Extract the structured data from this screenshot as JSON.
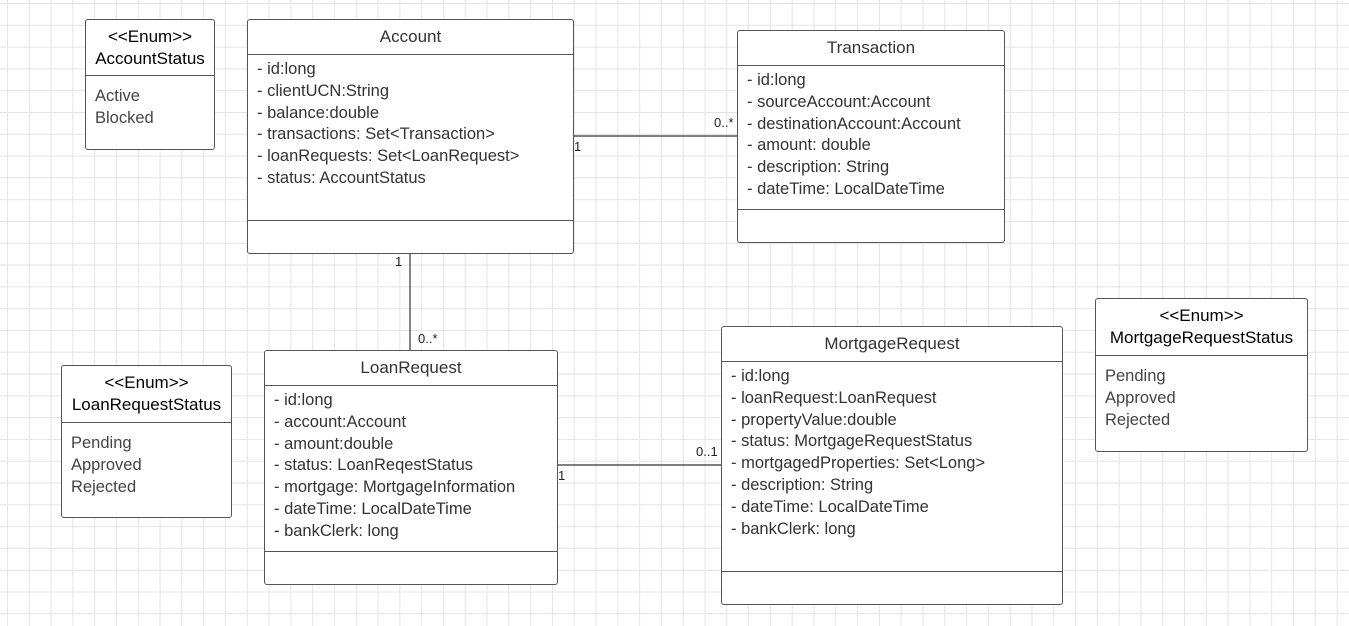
{
  "enums": [
    {
      "key": "account_status",
      "stereotype": "<<Enum>>",
      "name": "AccountStatus",
      "values": [
        "Active",
        "Blocked"
      ]
    },
    {
      "key": "loan_request_status",
      "stereotype": "<<Enum>>",
      "name": "LoanRequestStatus",
      "values": [
        "Pending",
        "Approved",
        "Rejected"
      ]
    },
    {
      "key": "mortgage_request_status",
      "stereotype": "<<Enum>>",
      "name": "MortgageRequestStatus",
      "values": [
        "Pending",
        "Approved",
        "Rejected"
      ]
    }
  ],
  "classes": [
    {
      "key": "account",
      "name": "Account",
      "attributes": [
        "- id:long",
        "- clientUCN:String",
        "- balance:double",
        "- transactions: Set<Transaction>",
        "- loanRequests: Set<LoanRequest>",
        "- status: AccountStatus"
      ]
    },
    {
      "key": "transaction",
      "name": "Transaction",
      "attributes": [
        "- id:long",
        "- sourceAccount:Account",
        "- destinationAccount:Account",
        "- amount: double",
        "- description: String",
        "- dateTime: LocalDateTime"
      ]
    },
    {
      "key": "loan_request",
      "name": "LoanRequest",
      "attributes": [
        "- id:long",
        "- account:Account",
        "- amount:double",
        "- status: LoanReqestStatus",
        "- mortgage: MortgageInformation",
        "- dateTime: LocalDateTime",
        "- bankClerk: long"
      ]
    },
    {
      "key": "mortgage_request",
      "name": "MortgageRequest",
      "attributes": [
        "- id:long",
        "- loanRequest:LoanRequest",
        "- propertyValue:double",
        "- status: MortgageRequestStatus",
        "- mortgagedProperties: Set<Long>",
        "- description: String",
        "- dateTime: LocalDateTime",
        "- bankClerk: long"
      ]
    }
  ],
  "associations": [
    {
      "from": "Account",
      "to": "Transaction",
      "from_multiplicity": "1",
      "to_multiplicity": "0..*"
    },
    {
      "from": "Account",
      "to": "LoanRequest",
      "from_multiplicity": "1",
      "to_multiplicity": "0..*"
    },
    {
      "from": "LoanRequest",
      "to": "MortgageRequest",
      "from_multiplicity": "1",
      "to_multiplicity": "0..1"
    }
  ],
  "colors": {
    "border": "#555555",
    "text": "#333333",
    "grid": "#e4e4e4",
    "background": "#ffffff"
  }
}
